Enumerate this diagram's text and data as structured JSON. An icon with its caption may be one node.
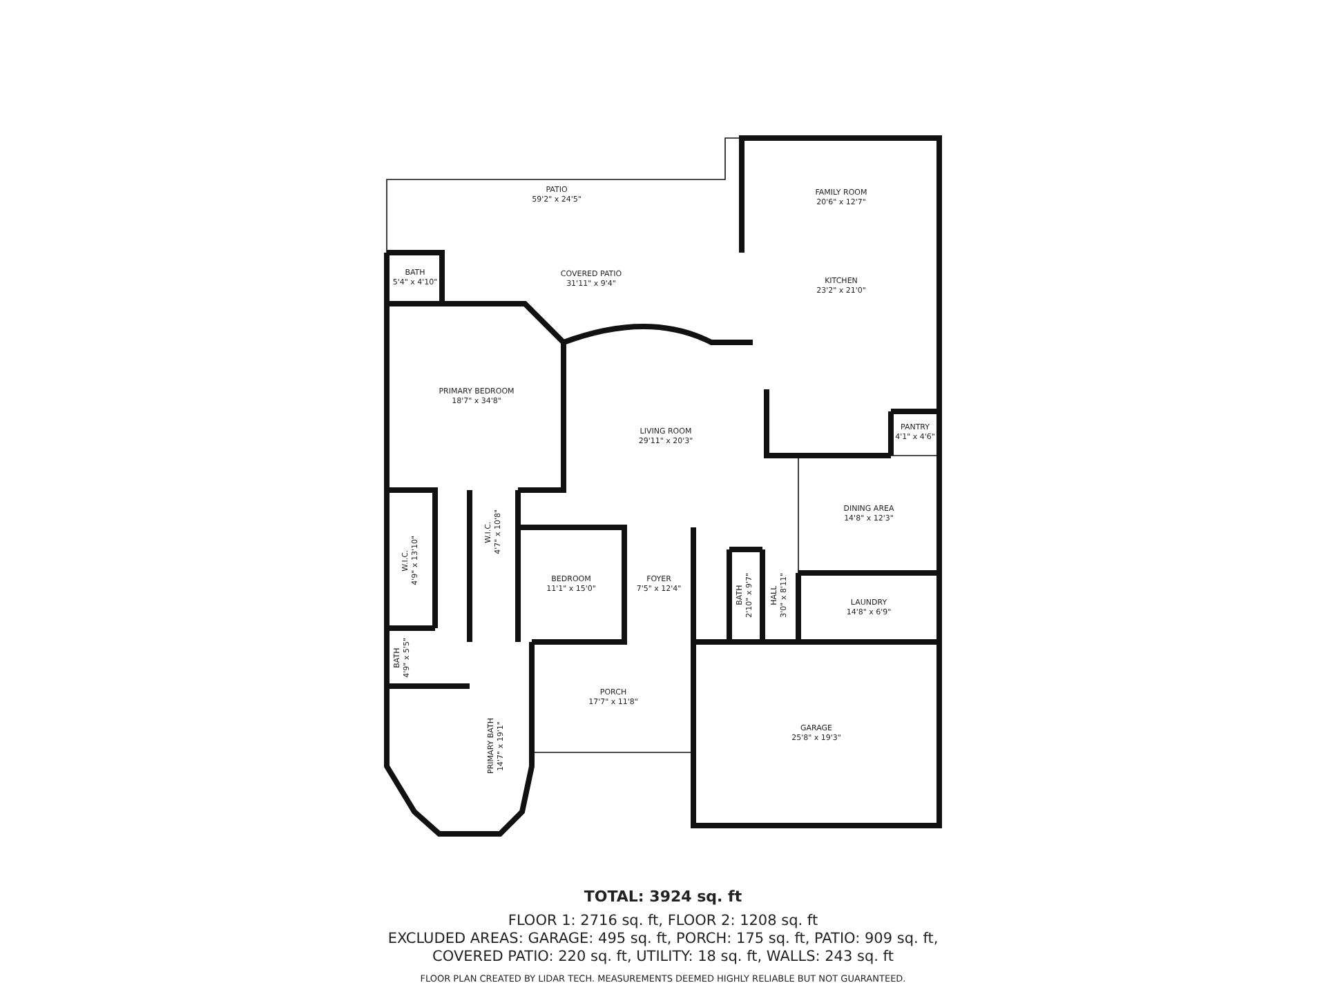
{
  "diagram": {
    "nodes": [
      {
        "text": [
          "PATIO",
          "59'2\" x 24'5\""
        ]
      },
      {
        "text": [
          "FAMILY ROOM",
          "20'6\" x 12'7\""
        ]
      },
      {
        "text": [
          "BATH",
          "5'4\" x 4'10\""
        ]
      },
      {
        "text": [
          "COVERED PATIO",
          "31'11\" x 9'4\""
        ]
      },
      {
        "text": [
          "KITCHEN",
          "23'2\" x 21'0\""
        ]
      },
      {
        "text": [
          "PRIMARY BEDROOM",
          "18'7\" x 34'8\""
        ]
      },
      {
        "text": [
          "LIVING ROOM",
          "29'11\" x 20'3\""
        ]
      },
      {
        "text": [
          "PANTRY",
          "4'1\" x 4'6\""
        ]
      },
      {
        "text": [
          "DINING AREA",
          "14'8\" x 12'3\""
        ]
      },
      {
        "text": [
          "W.I.C.",
          "4'9\" x 13'10\""
        ]
      },
      {
        "text": [
          "W.I.C.",
          "4'7\" x 10'8\""
        ]
      },
      {
        "text": [
          "BEDROOM",
          "11'1\" x 15'0\""
        ]
      },
      {
        "text": [
          "FOYER",
          "7'5\" x 12'4\""
        ]
      },
      {
        "text": [
          "BATH",
          "2'10\" x 9'7\""
        ]
      },
      {
        "text": [
          "HALL",
          "3'0\" x 8'11\""
        ]
      },
      {
        "text": [
          "LAUNDRY",
          "14'8\" x 6'9\""
        ]
      },
      {
        "text": [
          "BATH",
          "4'9\" x 5'5\""
        ]
      },
      {
        "text": [
          "PORCH",
          "17'7\" x 11'8\""
        ]
      },
      {
        "text": [
          "PRIMARY BATH",
          "14'7\" x 19'1\""
        ]
      },
      {
        "text": [
          "GARAGE",
          "25'8\" x 19'3\""
        ]
      }
    ],
    "edges": [],
    "labels": [
      "TOTAL: 3924 sq. ft",
      "FLOOR 1: 2716 sq. ft, FLOOR 2: 1208 sq. ft",
      "EXCLUDED AREAS: GARAGE: 495 sq. ft, PORCH: 175 sq. ft, PATIO: 909 sq. ft,",
      "COVERED PATIO: 220 sq. ft, UTILITY: 18 sq. ft, WALLS: 243 sq. ft",
      "FLOOR PLAN CREATED BY LIDAR TECH. MEASUREMENTS DEEMED HIGHLY RELIABLE BUT NOT GUARANTEED."
    ]
  }
}
